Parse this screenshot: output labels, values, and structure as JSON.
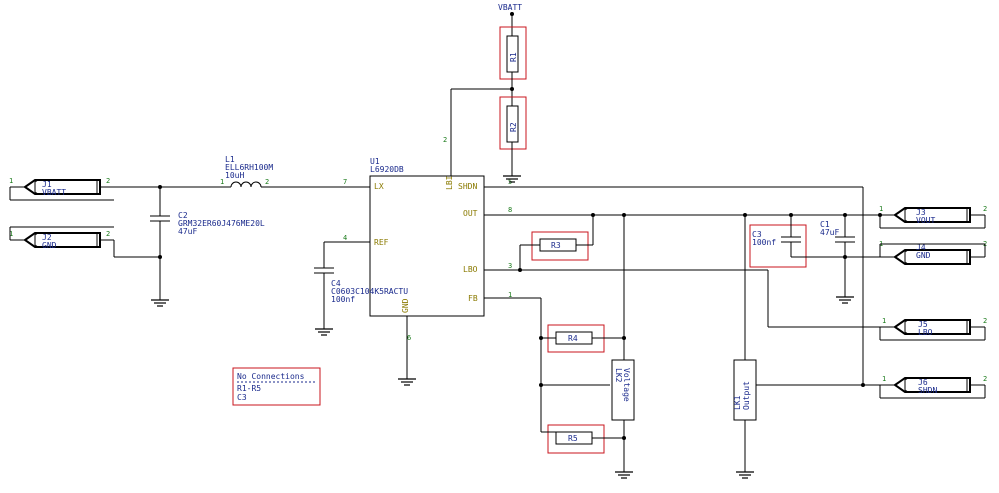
{
  "nets": {
    "vbatt": "VBATT",
    "pin_lx": "7",
    "pin_ref": "4",
    "pin_lbi": "2",
    "pin_shdn": "5",
    "pin_out": "8",
    "pin_lbo": "3",
    "pin_fb": "1",
    "pin_gnd": "6"
  },
  "connectors": {
    "j1": {
      "ref": "J1",
      "name": "VBATT",
      "p1": "1",
      "p2": "2"
    },
    "j2": {
      "ref": "J2",
      "name": "GND",
      "p1": "1",
      "p2": "2"
    },
    "j3": {
      "ref": "J3",
      "name": "VOUT",
      "p1": "1",
      "p2": "2"
    },
    "j4": {
      "ref": "J4",
      "name": "GND",
      "p1": "1",
      "p2": "2"
    },
    "j5": {
      "ref": "J5",
      "name": "LBO",
      "p1": "1",
      "p2": "2"
    },
    "j6": {
      "ref": "J6",
      "name": "SHDN",
      "p1": "1",
      "p2": "2"
    }
  },
  "inductor": {
    "ref": "L1",
    "part": "ELL6RH100M",
    "value": "10uH",
    "p1": "1",
    "p2": "2"
  },
  "ic": {
    "ref": "U1",
    "part": "L6920DB",
    "pins": {
      "lx": "LX",
      "ref": "REF",
      "lbi": "LBI",
      "shdn": "SHDN",
      "out": "OUT",
      "lbo": "LBO",
      "fb": "FB",
      "gnd": "GND"
    }
  },
  "capacitors": {
    "c1": {
      "ref": "C1",
      "value": "47uF"
    },
    "c2": {
      "ref": "C2",
      "part": "GRM32ER60J476ME20L",
      "value": "47uF"
    },
    "c3": {
      "ref": "C3",
      "value": "100nf"
    },
    "c4": {
      "ref": "C4",
      "part": "C0603C104K5RACTU",
      "value": "100nf"
    }
  },
  "resistors": {
    "r1": "R1",
    "r2": "R2",
    "r3": "R3",
    "r4": "R4",
    "r5": "R5"
  },
  "links": {
    "lk1": {
      "ref": "LK1",
      "name": "Output"
    },
    "lk2": {
      "ref": "LK2",
      "name": "Voltage"
    }
  },
  "note": {
    "title": "No Connections",
    "line1": "R1-R5",
    "line2": "C3"
  },
  "colors": {
    "wire": "#000000",
    "label": "#1a2a8c",
    "pin_number": "#1a7a1a",
    "pin_name": "#8a7a00",
    "no_connect_box": "#c8141e"
  }
}
